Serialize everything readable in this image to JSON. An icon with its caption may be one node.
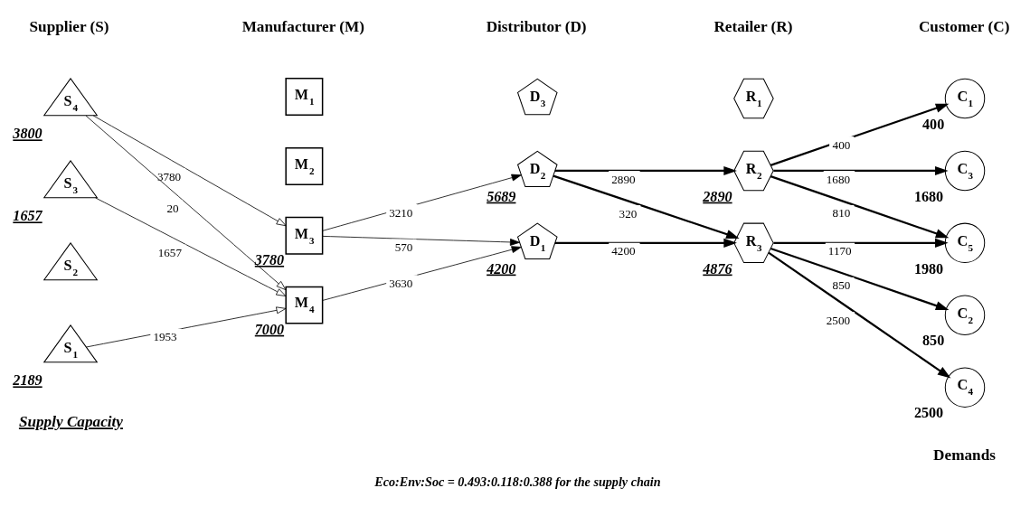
{
  "diagram": {
    "caption": "Eco:Env:Soc = 0.493:0.118:0.388 for the supply chain",
    "nodes": [
      {
        "text": [
          "S$_{1}$"
        ],
        "beside": [
          "2189"
        ]
      },
      {
        "text": [
          "S$_{2}$"
        ]
      },
      {
        "text": [
          "S$_{3}$"
        ],
        "beside": [
          "1657"
        ]
      },
      {
        "text": [
          "S$_{4}$"
        ],
        "beside": [
          "3800"
        ]
      },
      {
        "text": [
          "M$_{1}$"
        ]
      },
      {
        "text": [
          "M$_{2}$"
        ]
      },
      {
        "text": [
          "M$_{3}$"
        ],
        "beside": [
          "3780"
        ]
      },
      {
        "text": [
          "M$_{4}$"
        ],
        "beside": [
          "7000"
        ]
      },
      {
        "text": [
          "D$_{1}$"
        ],
        "beside": [
          "4200"
        ]
      },
      {
        "text": [
          "D$_{2}$"
        ],
        "beside": [
          "5689"
        ]
      },
      {
        "text": [
          "D$_{3}$"
        ]
      },
      {
        "text": [
          "R$_{1}$"
        ]
      },
      {
        "text": [
          "R$_{2}$"
        ],
        "beside": [
          "2890"
        ]
      },
      {
        "text": [
          "R$_{3}$"
        ],
        "beside": [
          "4876"
        ]
      },
      {
        "text": [
          "C$_{1}$"
        ],
        "beside": [
          "400"
        ]
      },
      {
        "text": [
          "C$_{2}$"
        ],
        "beside": [
          "850"
        ]
      },
      {
        "text": [
          "C$_{3}$"
        ],
        "beside": [
          "1680"
        ]
      },
      {
        "text": [
          "C$_{4}$"
        ],
        "beside": [
          "2500"
        ]
      },
      {
        "text": [
          "C$_{5}$"
        ],
        "beside": [
          "1980"
        ]
      }
    ],
    "edges": [
      {
        "from": 0,
        "to": 7,
        "arrow": "to",
        "label": "1953"
      },
      {
        "from": 2,
        "to": 7,
        "arrow": "to",
        "label": "1657"
      },
      {
        "from": 3,
        "to": 6,
        "arrow": "to",
        "label": "3780"
      },
      {
        "from": 3,
        "to": 7,
        "arrow": "to",
        "label": "20"
      },
      {
        "from": 6,
        "to": 8,
        "arrow": "to",
        "label": "570"
      },
      {
        "from": 6,
        "to": 9,
        "arrow": "to",
        "label": "3210"
      },
      {
        "from": 7,
        "to": 8,
        "arrow": "to",
        "label": "3630"
      },
      {
        "from": 8,
        "to": 13,
        "arrow": "to",
        "label": "4200"
      },
      {
        "from": 9,
        "to": 12,
        "arrow": "to",
        "label": "2890"
      },
      {
        "from": 9,
        "to": 13,
        "arrow": "to",
        "label": "320"
      },
      {
        "from": 12,
        "to": 14,
        "arrow": "to",
        "label": "400"
      },
      {
        "from": 12,
        "to": 16,
        "arrow": "to",
        "label": "1680"
      },
      {
        "from": 12,
        "to": 18,
        "arrow": "to",
        "label": "810"
      },
      {
        "from": 13,
        "to": 15,
        "arrow": "to",
        "label": "850"
      },
      {
        "from": 13,
        "to": 17,
        "arrow": "to",
        "label": "2500"
      },
      {
        "from": 13,
        "to": 18,
        "arrow": "to",
        "label": "1170"
      }
    ],
    "labels": [
      "Supplier (S)",
      "Manufacturer (M)",
      "Distributor (D)",
      "Retailer (R)",
      "Customer (C)",
      "Supply Capacity",
      "Demands"
    ]
  }
}
